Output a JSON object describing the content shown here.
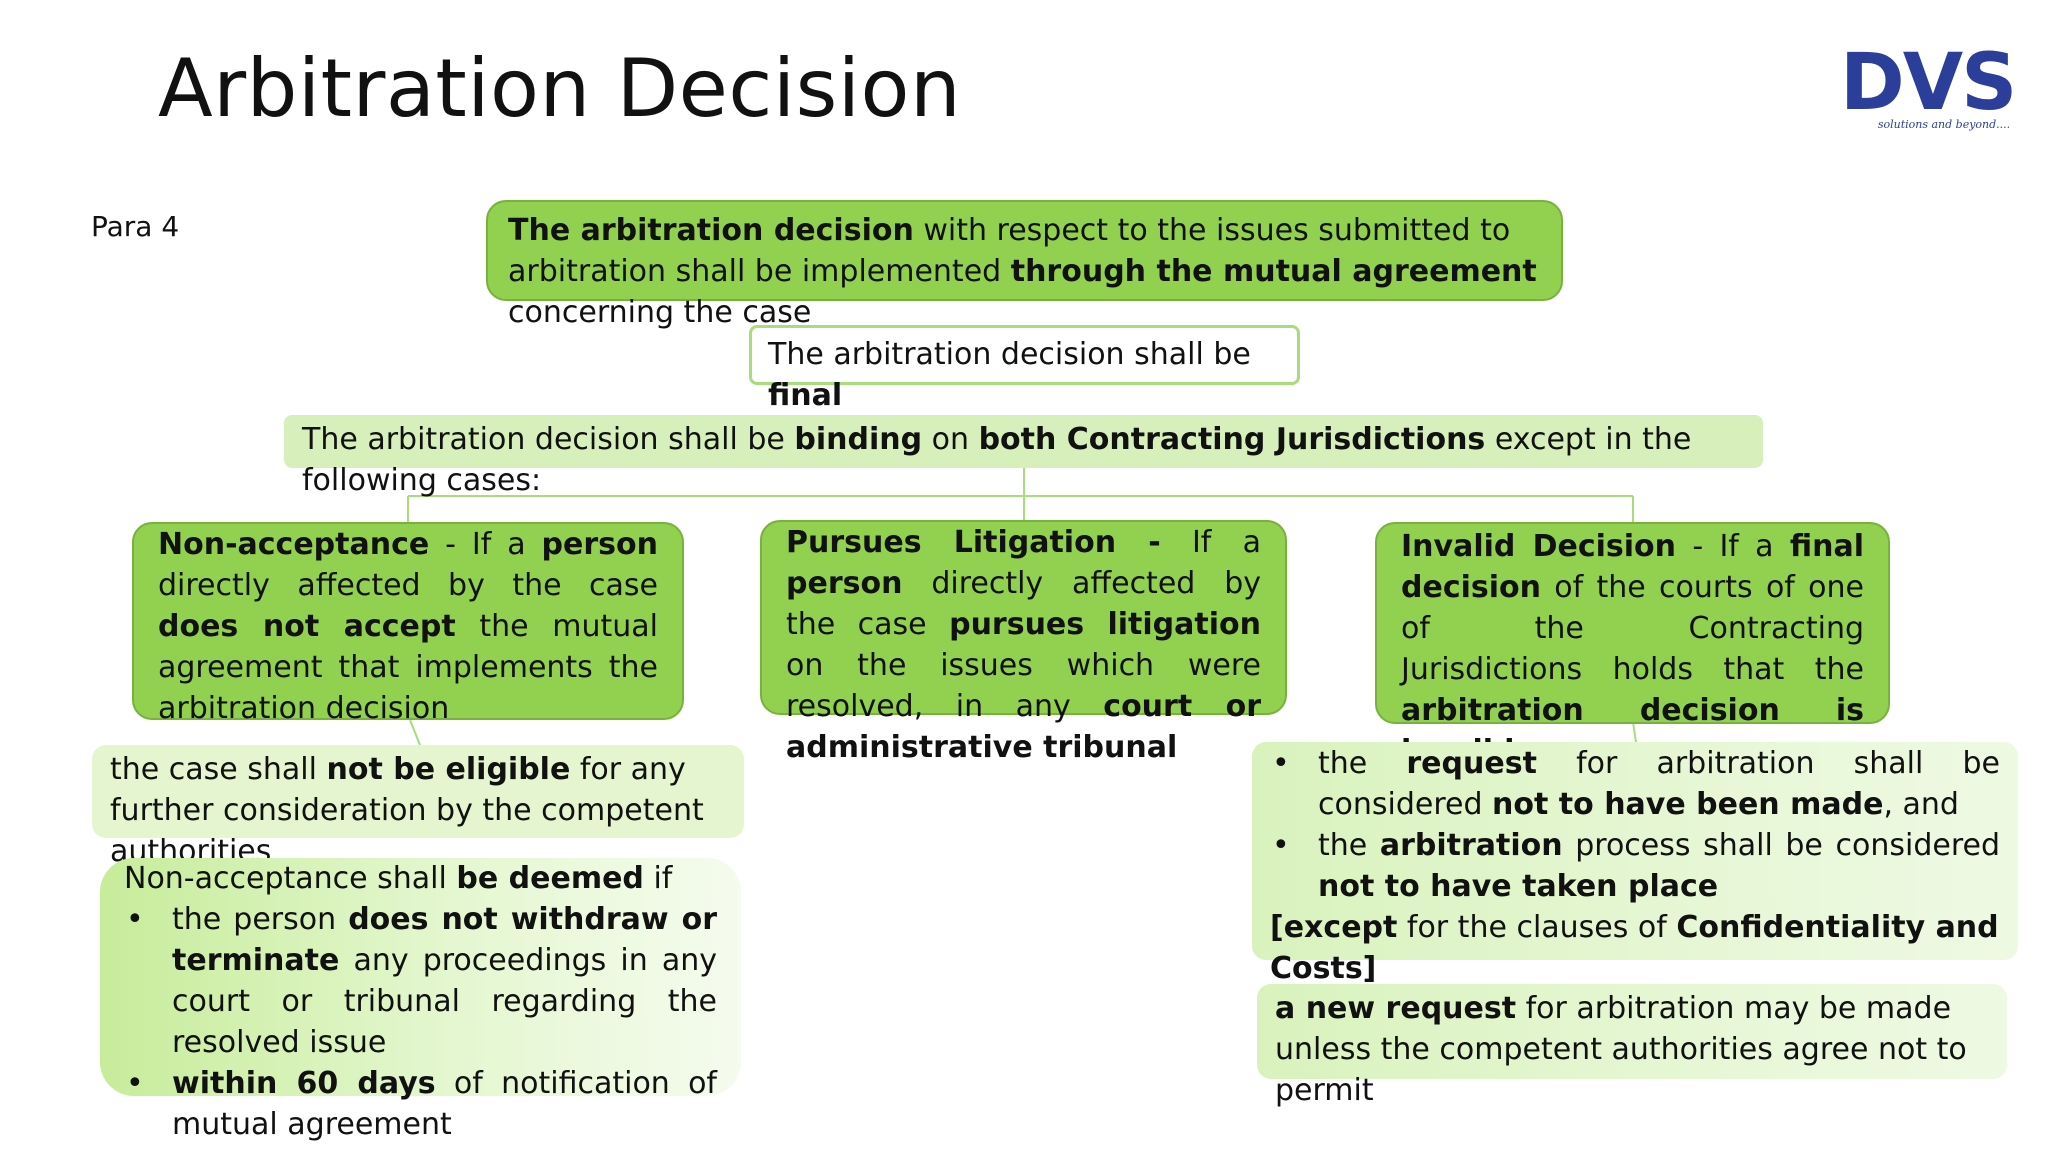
{
  "title": "Arbitration Decision",
  "para_label": "Para 4",
  "logo": {
    "text": "DVS",
    "tagline": "solutions and beyond....",
    "color": "#2b3f9a"
  },
  "colors": {
    "green": "#92d050",
    "light_green": "#e4f5cf",
    "line": "#a8dc7c"
  },
  "top_box": {
    "bold1": "The arbitration decision",
    "t1": " with respect to the issues submitted to arbitration shall be implemented ",
    "bold2": "through the mutual agreement",
    "t2": " concerning the case"
  },
  "final_box": {
    "t1": "The arbitration decision shall be ",
    "bold1": "final"
  },
  "binding_box": {
    "t1": "The arbitration decision shall be ",
    "bold1": "binding",
    "t2": " on ",
    "bold2": "both Contracting Jurisdictions",
    "t3": " except in the following cases:"
  },
  "cases": [
    {
      "title": "Non-acceptance",
      "t1": " - If a ",
      "b1": "person",
      "t2": " directly affected by the case ",
      "b2": "does not accept",
      "t3": " the mutual agreement that implements the arbitration decision"
    },
    {
      "title": "Pursues Litigation -",
      "t1": " If a ",
      "b1": "person",
      "t2": " directly affected by the case ",
      "b2": "pursues litigation",
      "t3": " on the issues which were resolved, in any ",
      "b3": "court or administrative tribunal"
    },
    {
      "title": "Invalid Decision",
      "t1": " - If a ",
      "b1": "final decision",
      "t2": " of the courts of one of the Contracting Jurisdictions holds that the ",
      "b2": "arbitration decision is invalid"
    }
  ],
  "not_eligible": {
    "t1": "the case shall ",
    "b1": "not be eligible",
    "t2": " for any further consideration by the competent authorities"
  },
  "deemed": {
    "t1": "Non-acceptance shall ",
    "b1": "be deemed",
    "t2": " if",
    "bullet1": {
      "t1": "the person ",
      "b1": "does not withdraw or terminate",
      "t2": " any proceedings in any court or tribunal regarding the resolved issue"
    },
    "bullet2": {
      "b1": "within 60 days",
      "t1": " of notification of mutual agreement"
    }
  },
  "invalid_effects": {
    "bullet1": {
      "t1": "the ",
      "b1": "request",
      "t2": " for arbitration shall be considered ",
      "b2": "not to have been made",
      "t3": ", and"
    },
    "bullet2": {
      "t1": "the ",
      "b1": "arbitration",
      "t2": " process shall be considered ",
      "b2": "not to have taken place"
    },
    "footer": {
      "b1": "[except",
      "t1": " for the clauses of ",
      "b2": "Confidentiality and Costs]"
    }
  },
  "new_request": {
    "b1": "a new request",
    "t1": " for arbitration may be made unless the competent authorities agree not to permit"
  }
}
